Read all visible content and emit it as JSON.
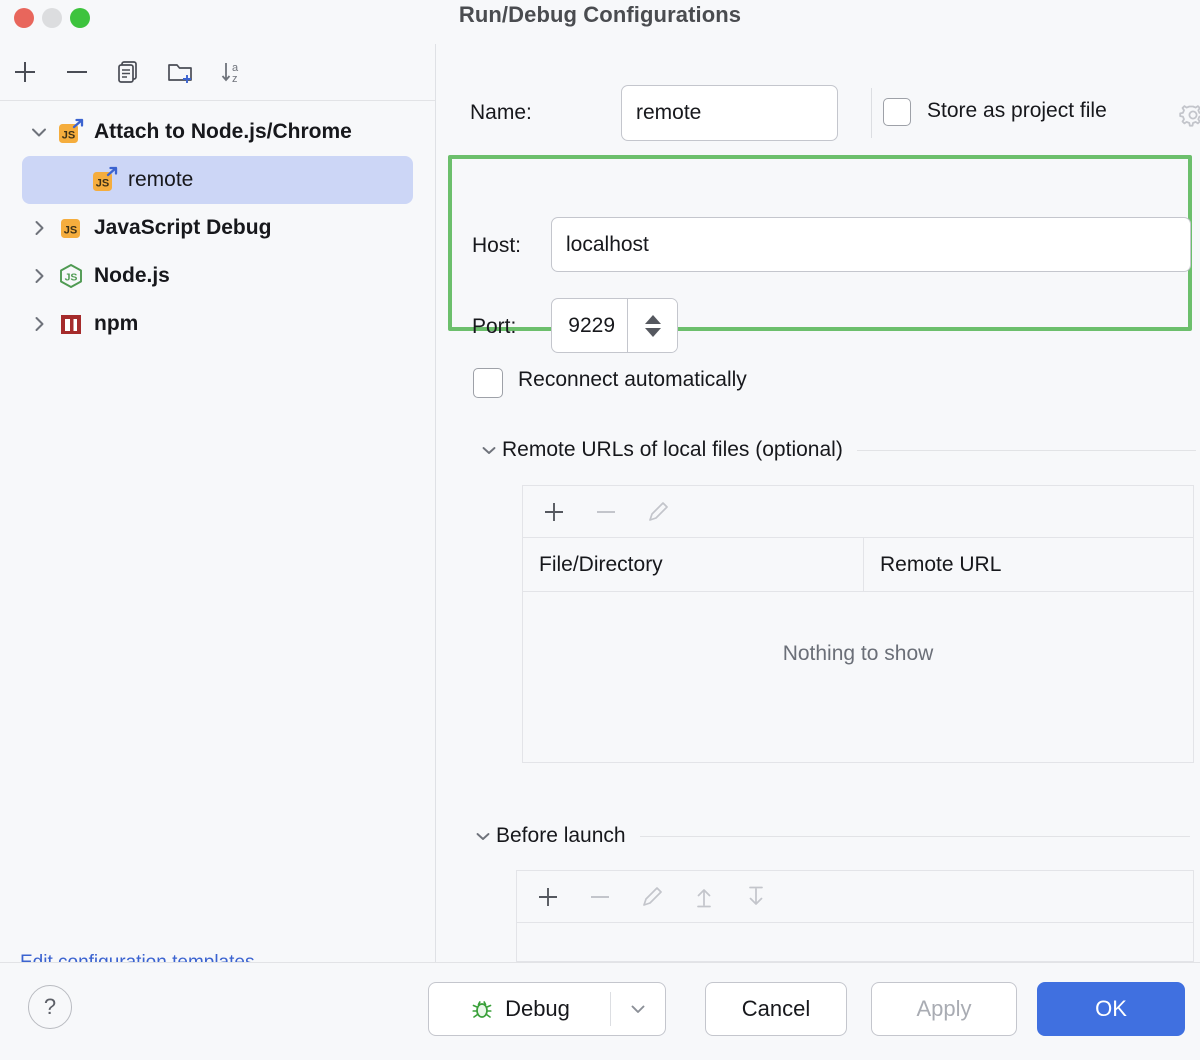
{
  "window": {
    "title": "Run/Debug Configurations",
    "traffic_lights": [
      "close",
      "minimize",
      "zoom"
    ]
  },
  "left_panel": {
    "toolbar": [
      {
        "name": "add",
        "icon": "plus-icon"
      },
      {
        "name": "remove",
        "icon": "minus-icon"
      },
      {
        "name": "copy",
        "icon": "copy-icon"
      },
      {
        "name": "new-folder",
        "icon": "folder-add-icon"
      },
      {
        "name": "sort-alphabetically",
        "icon": "sort-az-icon"
      }
    ],
    "tree": [
      {
        "label": "Attach to Node.js/Chrome",
        "icon": "js-remote-icon",
        "expanded": true,
        "level": 0,
        "selected": false,
        "has_twisty": true
      },
      {
        "label": "remote",
        "icon": "js-remote-icon",
        "expanded": false,
        "level": 1,
        "selected": true,
        "has_twisty": false
      },
      {
        "label": "JavaScript Debug",
        "icon": "js-icon",
        "expanded": false,
        "level": 0,
        "selected": false,
        "has_twisty": true
      },
      {
        "label": "Node.js",
        "icon": "nodejs-icon",
        "expanded": false,
        "level": 0,
        "selected": false,
        "has_twisty": true
      },
      {
        "label": "npm",
        "icon": "npm-icon",
        "expanded": false,
        "level": 0,
        "selected": false,
        "has_twisty": true
      }
    ],
    "edit_templates_link": "Edit configuration templates..."
  },
  "form": {
    "name_label": "Name:",
    "name_value": "remote",
    "name_placeholder": "",
    "store_as_project_file_label": "Store as project file",
    "store_as_project_file_checked": false,
    "store_gear_icon": "gear-icon",
    "host_label": "Host:",
    "host_value": "localhost",
    "host_placeholder": "",
    "port_label": "Port:",
    "port_value": "9229",
    "reconnect_label": "Reconnect automatically",
    "reconnect_checked": false,
    "highlight_color": "#6cbf6c"
  },
  "remote_urls": {
    "section_title": "Remote URLs of local files (optional)",
    "expanded": true,
    "toolbar": [
      {
        "name": "add",
        "icon": "plus-icon",
        "enabled": true
      },
      {
        "name": "remove",
        "icon": "minus-icon",
        "enabled": false
      },
      {
        "name": "edit",
        "icon": "pencil-icon",
        "enabled": false
      }
    ],
    "columns": [
      "File/Directory",
      "Remote URL"
    ],
    "rows": [],
    "empty_text": "Nothing to show"
  },
  "before_launch": {
    "section_title": "Before launch",
    "expanded": true,
    "toolbar": [
      {
        "name": "add",
        "icon": "plus-icon",
        "enabled": true
      },
      {
        "name": "remove",
        "icon": "minus-icon",
        "enabled": false
      },
      {
        "name": "edit",
        "icon": "pencil-icon",
        "enabled": false
      },
      {
        "name": "move-up",
        "icon": "arrow-up-icon",
        "enabled": false
      },
      {
        "name": "move-down",
        "icon": "arrow-down-icon",
        "enabled": false
      }
    ],
    "rows": []
  },
  "footer": {
    "help_label": "?",
    "debug_label": "Debug",
    "debug_icon": "bug-icon",
    "cancel_label": "Cancel",
    "apply_label": "Apply",
    "apply_enabled": false,
    "ok_label": "OK",
    "ok_color": "#4070e0"
  }
}
